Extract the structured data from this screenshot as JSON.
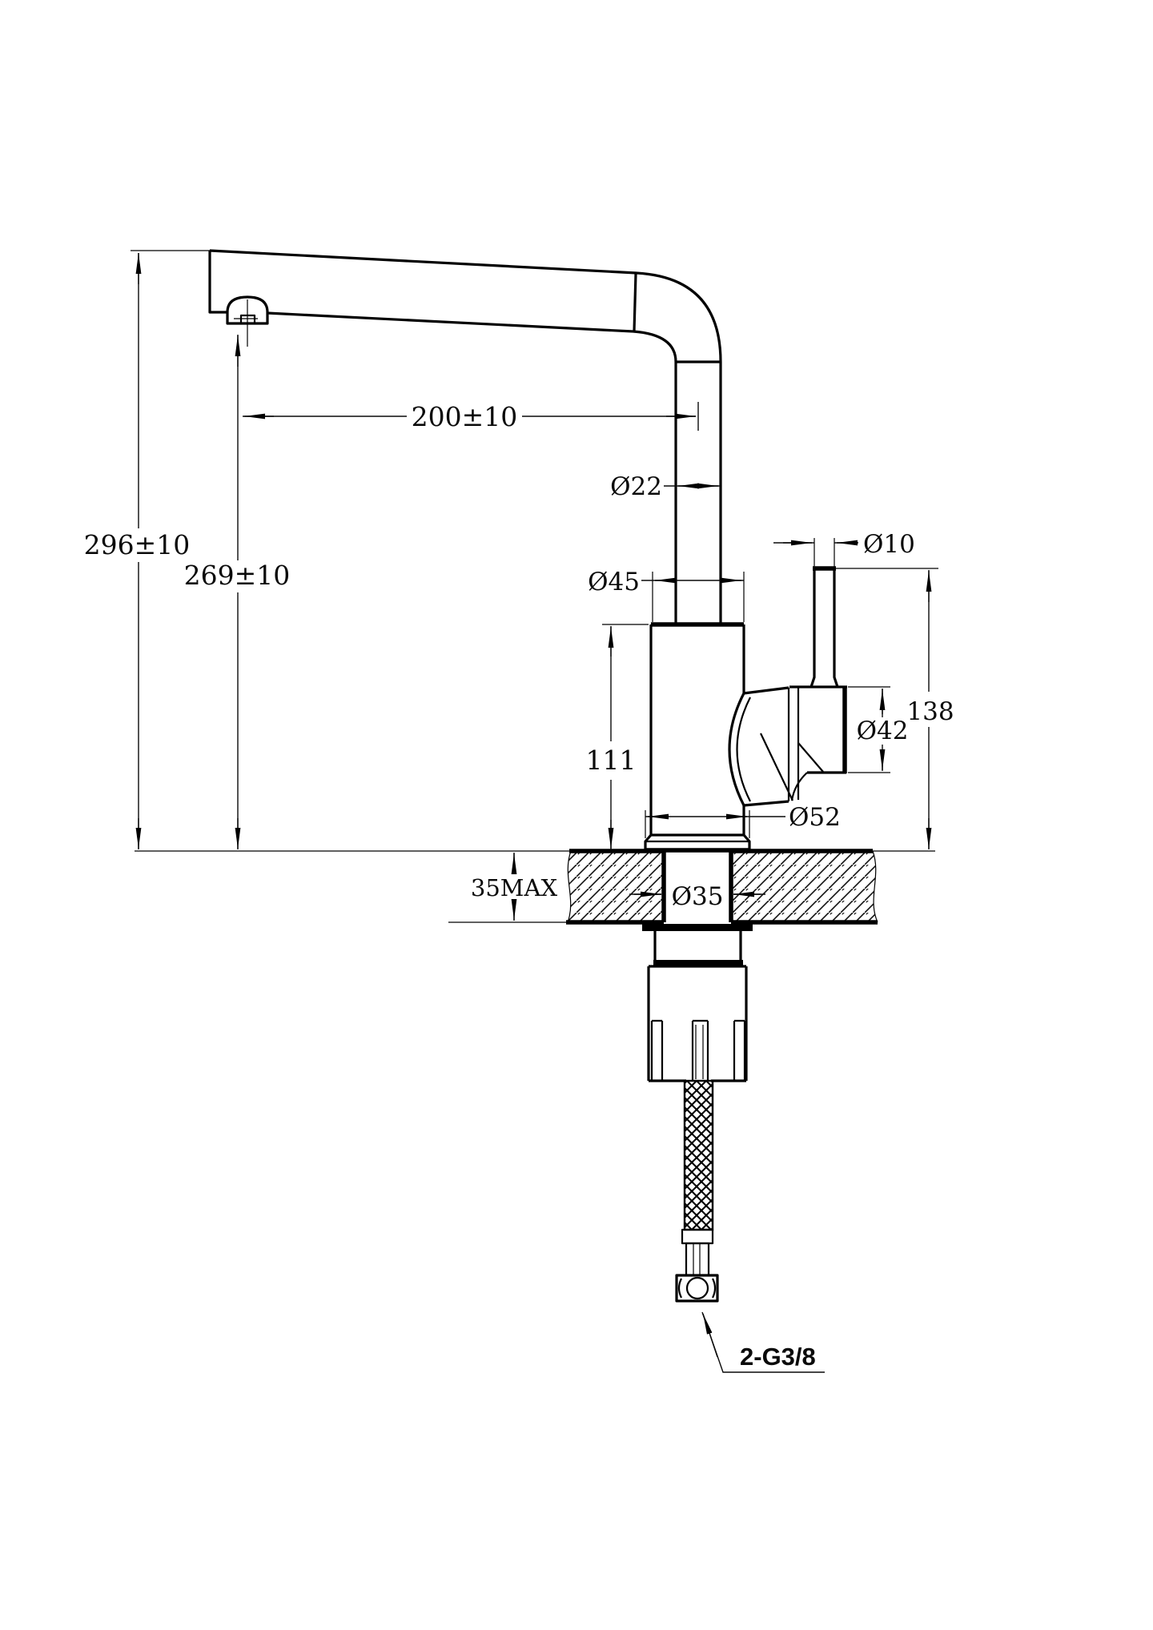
{
  "page": {
    "background": "#ffffff",
    "line_color": "#000000"
  },
  "dimensions": {
    "total_height": "296±10",
    "spout_height": "269±10",
    "spout_reach": "200±10",
    "spout_pipe_diameter": "Ø22",
    "body_diameter": "Ø45",
    "lever_diameter": "Ø10",
    "body_height": "111",
    "handle_diameter": "Ø42",
    "handle_height": "138",
    "base_diameter": "Ø52",
    "countertop_max_thickness": "35MAX",
    "mounting_hole_diameter": "Ø35",
    "hose_connection": "2-G3/8"
  }
}
